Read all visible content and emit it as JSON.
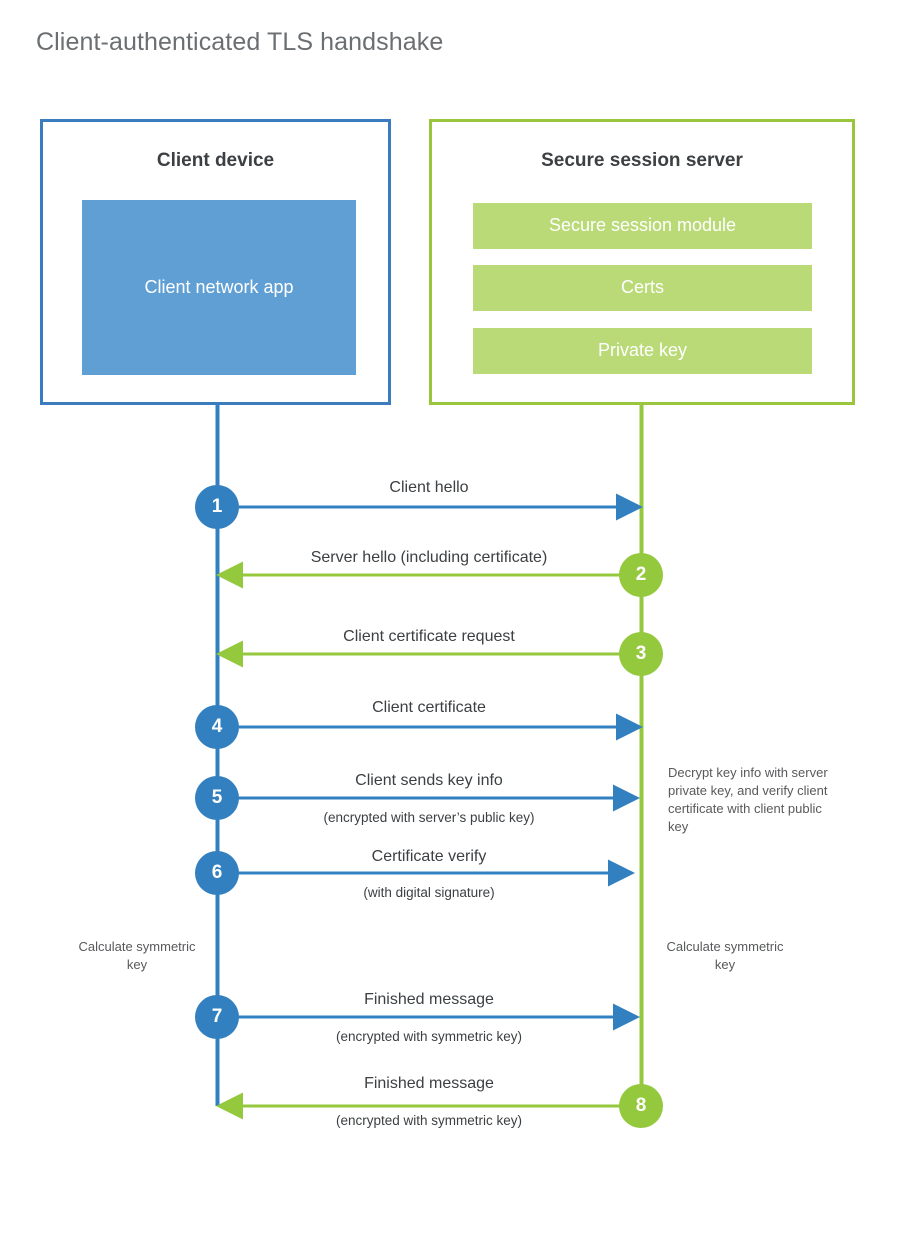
{
  "title": "Client-authenticated TLS handshake",
  "colors": {
    "client_border": "#3b7cbe",
    "client_fill": "#609fd4",
    "server_border": "#9ac63e",
    "server_fill": "#bada78",
    "client_accent": "#3280c0",
    "server_accent": "#95c93d",
    "text": "#3c4043",
    "title_text": "#6b6f72",
    "background": "#ffffff"
  },
  "actors": {
    "client": {
      "title": "Client device",
      "blocks": [
        {
          "label": "Client network app"
        }
      ]
    },
    "server": {
      "title": "Secure session server",
      "blocks": [
        {
          "label": "Secure session module"
        },
        {
          "label": "Certs"
        },
        {
          "label": "Private key"
        }
      ]
    }
  },
  "steps": [
    {
      "number": "1",
      "label": "Client hello",
      "sublabel": "",
      "direction": "client-to-server",
      "color": "#3280c0"
    },
    {
      "number": "2",
      "label": "Server hello (including certificate)",
      "sublabel": "",
      "direction": "server-to-client",
      "color": "#95c93d"
    },
    {
      "number": "3",
      "label": "Client certificate request",
      "sublabel": "",
      "direction": "server-to-client",
      "color": "#95c93d"
    },
    {
      "number": "4",
      "label": "Client certificate",
      "sublabel": "",
      "direction": "client-to-server",
      "color": "#3280c0"
    },
    {
      "number": "5",
      "label": "Client sends key info",
      "sublabel": "(encrypted with server’s public key)",
      "direction": "client-to-server",
      "color": "#3280c0"
    },
    {
      "number": "6",
      "label": "Certificate verify",
      "sublabel": "(with digital signature)",
      "direction": "client-to-server",
      "color": "#3280c0"
    },
    {
      "number": "7",
      "label": "Finished message",
      "sublabel": "(encrypted with symmetric key)",
      "direction": "client-to-server",
      "color": "#3280c0"
    },
    {
      "number": "8",
      "label": "Finished message",
      "sublabel": "(encrypted with symmetric key)",
      "direction": "server-to-client",
      "color": "#95c93d"
    }
  ],
  "notes": {
    "server_decrypt": "Decrypt key info with server private key, and verify client certificate with client public key",
    "client_calculate": "Calculate symmetric key",
    "server_calculate": "Calculate symmetric key"
  }
}
